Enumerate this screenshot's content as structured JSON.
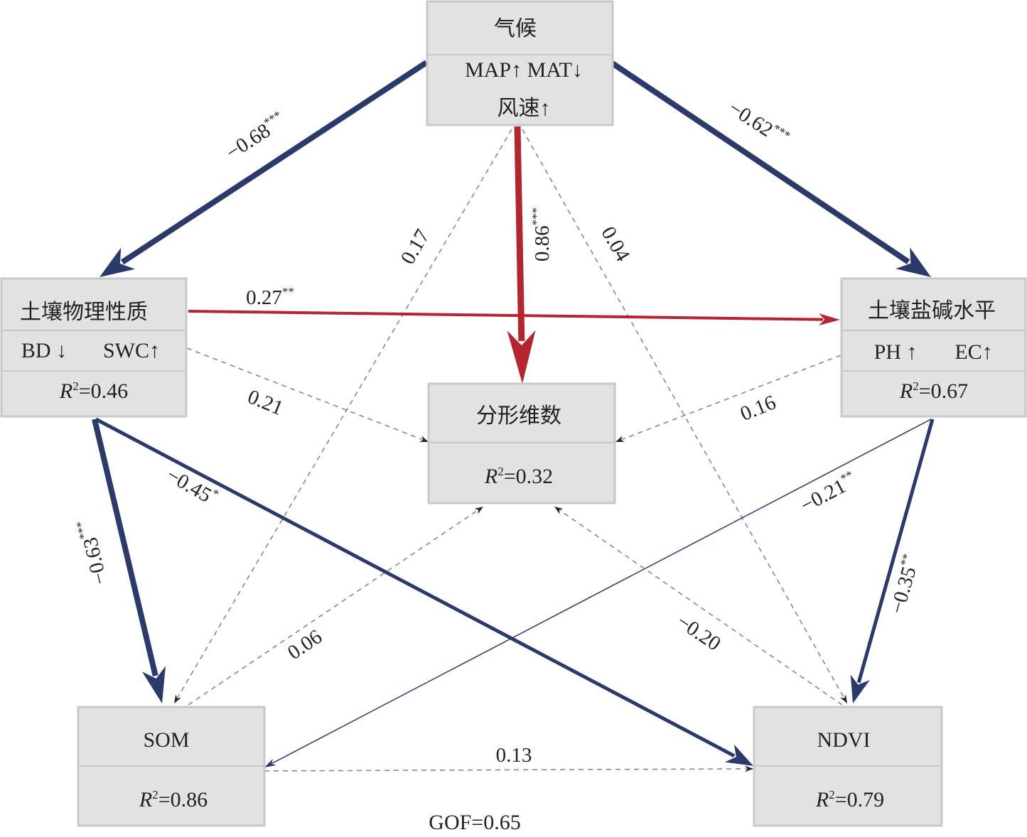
{
  "colors": {
    "negative": "#2b3a6b",
    "positive": "#b5252f",
    "nonsignificant": "#888888",
    "box_fill": "#e2e2e2"
  },
  "nodes": {
    "climate": {
      "title": "气候",
      "line2": "MAP↑ MAT↓",
      "line3": "风速↑"
    },
    "physical": {
      "title": "土壤物理性质",
      "line2a": "BD ↓",
      "line2b": "SWC↑",
      "r2_label": "R",
      "r2_sup": "2",
      "r2_value": "=0.46"
    },
    "salinity": {
      "title": "土壤盐碱水平",
      "line2a": "PH ↑",
      "line2b": "EC↑",
      "r2_label": "R",
      "r2_sup": "2",
      "r2_value": "=0.67"
    },
    "fractal": {
      "title": "分形维数",
      "r2_label": "R",
      "r2_sup": "2",
      "r2_value": "=0.32"
    },
    "som": {
      "title": "SOM",
      "r2_label": "R",
      "r2_sup": "2",
      "r2_value": "=0.86"
    },
    "ndvi": {
      "title": "NDVI",
      "r2_label": "R",
      "r2_sup": "2",
      "r2_value": "=0.79"
    }
  },
  "paths": [
    {
      "from": "climate",
      "to": "physical",
      "coef": "−0.68",
      "sig": "***",
      "kind": "negative"
    },
    {
      "from": "climate",
      "to": "salinity",
      "coef": "−0.62",
      "sig": "***",
      "kind": "negative"
    },
    {
      "from": "climate",
      "to": "fractal",
      "coef": "0.86",
      "sig": "***",
      "kind": "positive"
    },
    {
      "from": "climate",
      "to": "som",
      "coef": "0.17",
      "sig": "",
      "kind": "nonsignificant"
    },
    {
      "from": "climate",
      "to": "ndvi",
      "coef": "0.04",
      "sig": "",
      "kind": "nonsignificant"
    },
    {
      "from": "physical",
      "to": "salinity",
      "coef": "0.27",
      "sig": "**",
      "kind": "positive"
    },
    {
      "from": "physical",
      "to": "fractal",
      "coef": "0.21",
      "sig": "",
      "kind": "nonsignificant"
    },
    {
      "from": "physical",
      "to": "som",
      "coef": "−0.63",
      "sig": "***",
      "kind": "negative"
    },
    {
      "from": "physical",
      "to": "ndvi",
      "coef": "−0.45",
      "sig": "*",
      "kind": "negative"
    },
    {
      "from": "salinity",
      "to": "fractal",
      "coef": "0.16",
      "sig": "",
      "kind": "nonsignificant"
    },
    {
      "from": "salinity",
      "to": "som",
      "coef": "−0.21",
      "sig": "**",
      "kind": "negative"
    },
    {
      "from": "salinity",
      "to": "ndvi",
      "coef": "−0.35",
      "sig": "**",
      "kind": "negative"
    },
    {
      "from": "som",
      "to": "fractal",
      "coef": "0.06",
      "sig": "",
      "kind": "nonsignificant"
    },
    {
      "from": "ndvi",
      "to": "fractal",
      "coef": "−0.20",
      "sig": "",
      "kind": "nonsignificant"
    },
    {
      "from": "som",
      "to": "ndvi",
      "coef": "0.13",
      "sig": "",
      "kind": "nonsignificant"
    }
  ],
  "gof": "GOF=0.65"
}
